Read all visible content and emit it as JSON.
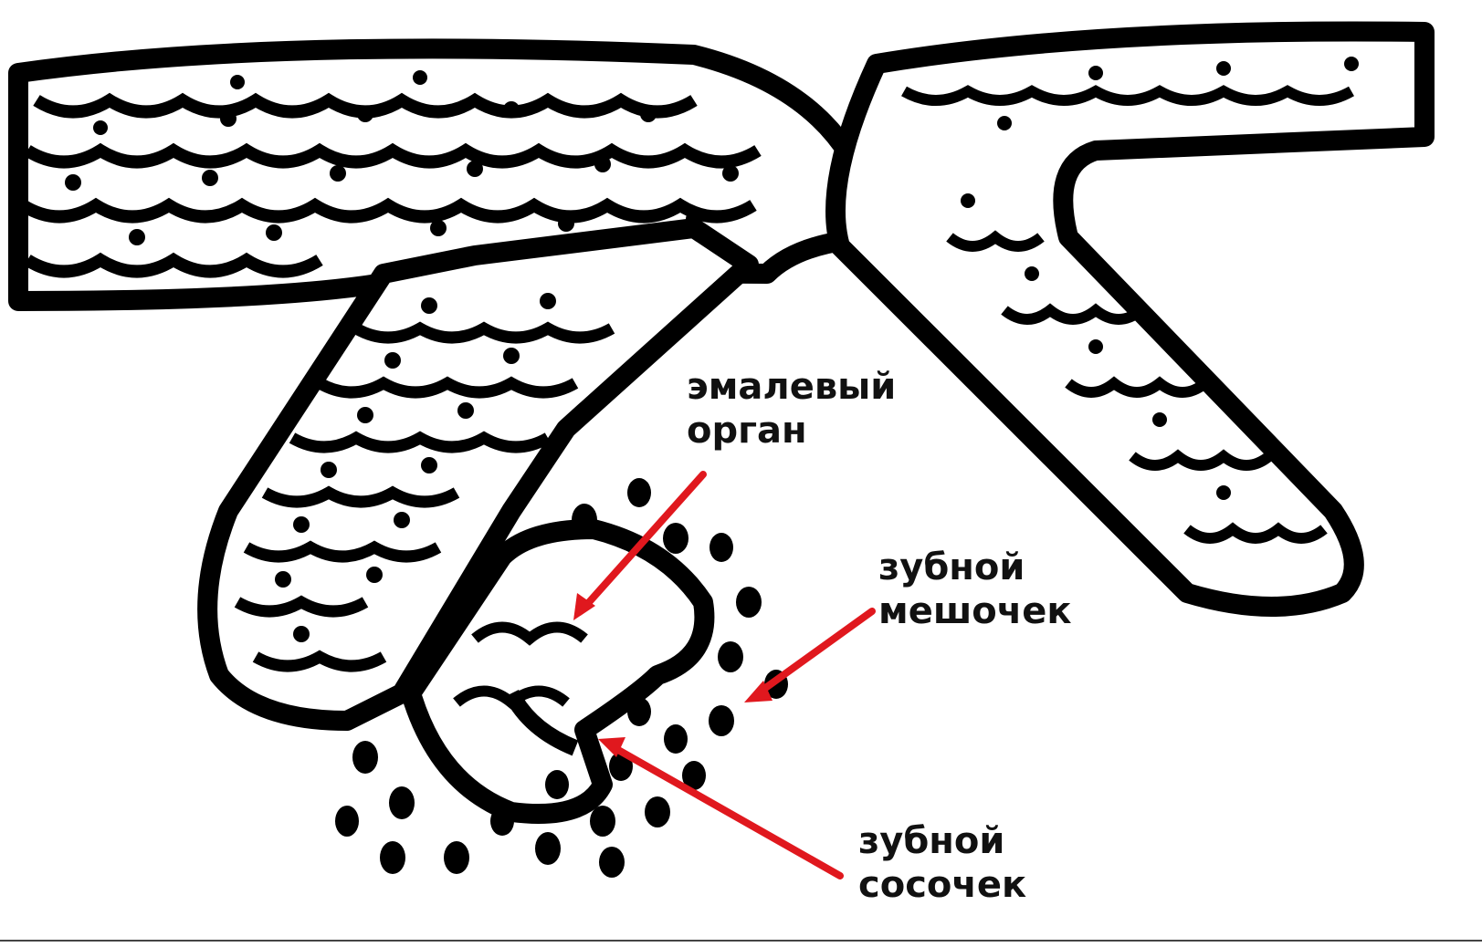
{
  "labels": {
    "enamel_organ": {
      "line1": "эмалевый",
      "line2": "орган"
    },
    "dental_sac": {
      "line1": "зубной",
      "line2": "мешочек"
    },
    "dental_papilla": {
      "line1": "зубной",
      "line2": "сосочек"
    }
  },
  "colors": {
    "ink": "#000000",
    "arrow": "#e0181e",
    "background": "#ffffff"
  }
}
